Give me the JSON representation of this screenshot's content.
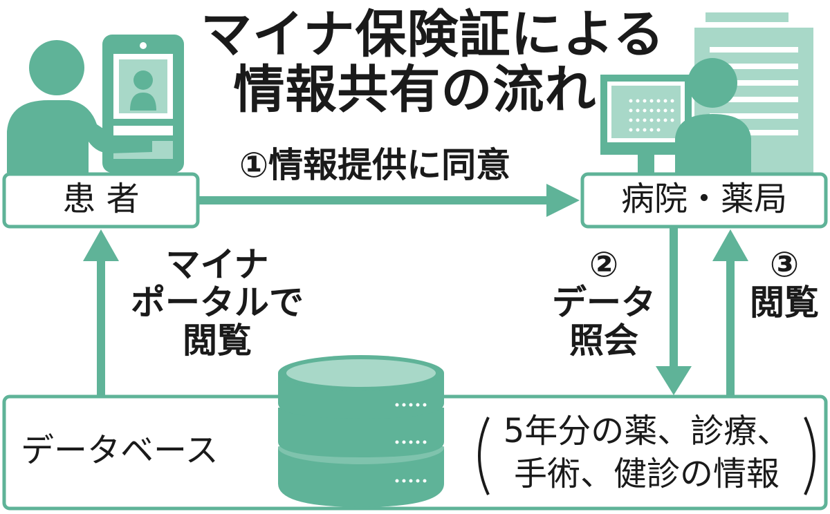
{
  "title": {
    "line1": "マイナ保険証による",
    "line2": "情報共有の流れ"
  },
  "nodes": {
    "patient": "患 者",
    "hospital": "病院・薬局",
    "database": "データベース",
    "database_note_line1": "5年分の薬、診療、",
    "database_note_line2": "手術、健診の情報"
  },
  "steps": {
    "step1": "①情報提供に同意",
    "step2_num": "②",
    "step2_line1": "データ",
    "step2_line2": "照会",
    "step3_num": "③",
    "step3_line1": "閲覧"
  },
  "portal": {
    "line1": "マイナ",
    "line2": "ポータルで",
    "line3": "閲覧"
  },
  "colors": {
    "accent": "#5fb398",
    "accent_dark": "#3f9a80",
    "accent_light": "#a8d8c8"
  },
  "icons": {
    "patient": "person-at-kiosk-icon",
    "hospital": "staff-with-monitor-and-building-icon",
    "database": "database-cylinder-icon"
  }
}
